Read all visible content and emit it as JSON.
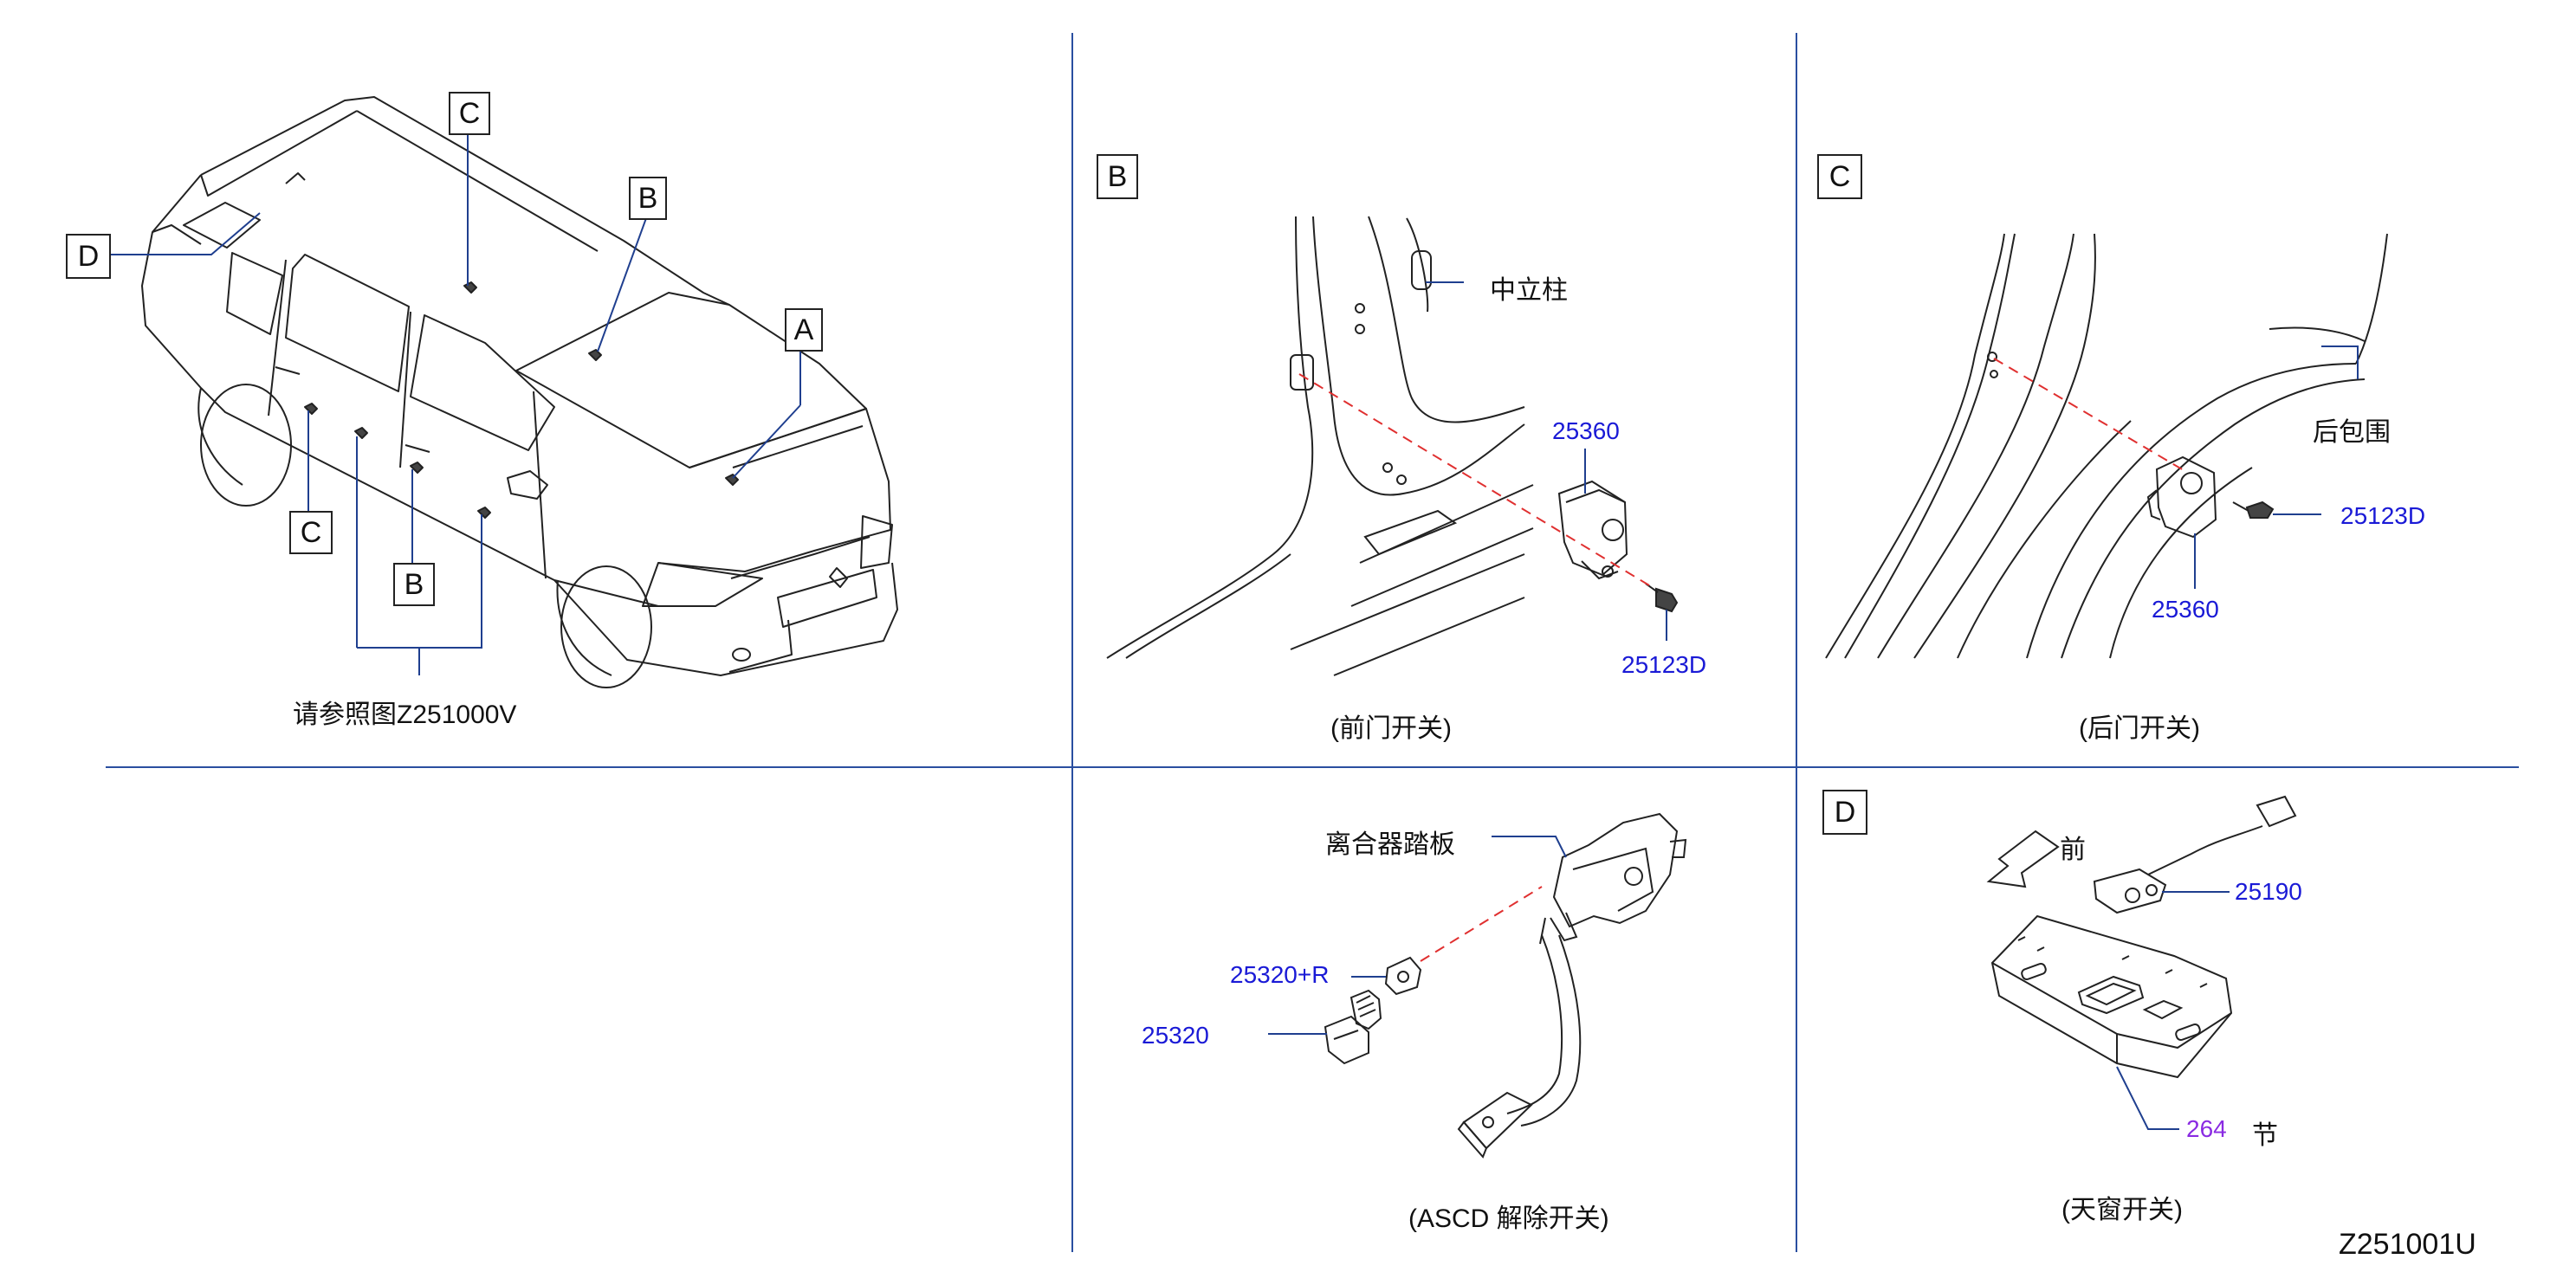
{
  "overview": {
    "callouts": [
      "A",
      "B",
      "C",
      "D"
    ],
    "lower_c": "C",
    "lower_b": "B",
    "reference_note": "请参照图Z251000V"
  },
  "panel_b": {
    "tag": "B",
    "pillar_label": "中立柱",
    "part_switch": "25360",
    "part_bolt": "25123D",
    "caption": "(前门开关)"
  },
  "panel_c": {
    "tag": "C",
    "trim_label": "后包围",
    "part_bolt": "25123D",
    "part_switch": "25360",
    "caption": "(后门开关)"
  },
  "panel_clutch": {
    "pedal_label": "离合器踏板",
    "part_stopper": "25320+R",
    "part_switch": "25320",
    "caption": "(ASCD  解除开关)"
  },
  "panel_d": {
    "tag": "D",
    "front_label": "前",
    "part_switch": "25190",
    "part_lamp": "264",
    "part_lamp_suffix": "节",
    "caption": "(天窗开关)"
  },
  "figure_id": "Z251001U",
  "colors": {
    "frame_line": "#2a4fa0",
    "part_number": "#1a1ad6",
    "part_number_alt": "#8a2be2",
    "leader": "#1f3f8f",
    "hidden_line": "#e03030",
    "drawing": "#222222"
  }
}
